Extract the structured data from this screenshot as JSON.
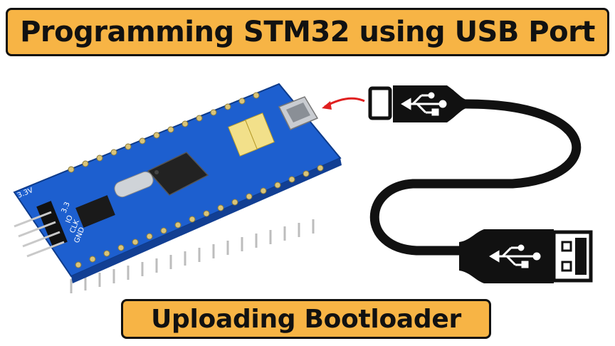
{
  "title": "Programming STM32 using USB Port",
  "subtitle": "Uploading Bootloader",
  "colors": {
    "banner_fill": "#f7b445",
    "banner_border": "#111111",
    "pcb_blue": "#1d5fcf",
    "arrow_red": "#e02020",
    "cable_black": "#111111"
  },
  "board": {
    "left_pins": [
      "3.3",
      "IO",
      "CLK",
      "GND"
    ],
    "left_header_label": "3.3V"
  },
  "icons": [
    "usb-symbol-icon",
    "usb-a-plug-icon",
    "micro-usb-plug-icon"
  ]
}
